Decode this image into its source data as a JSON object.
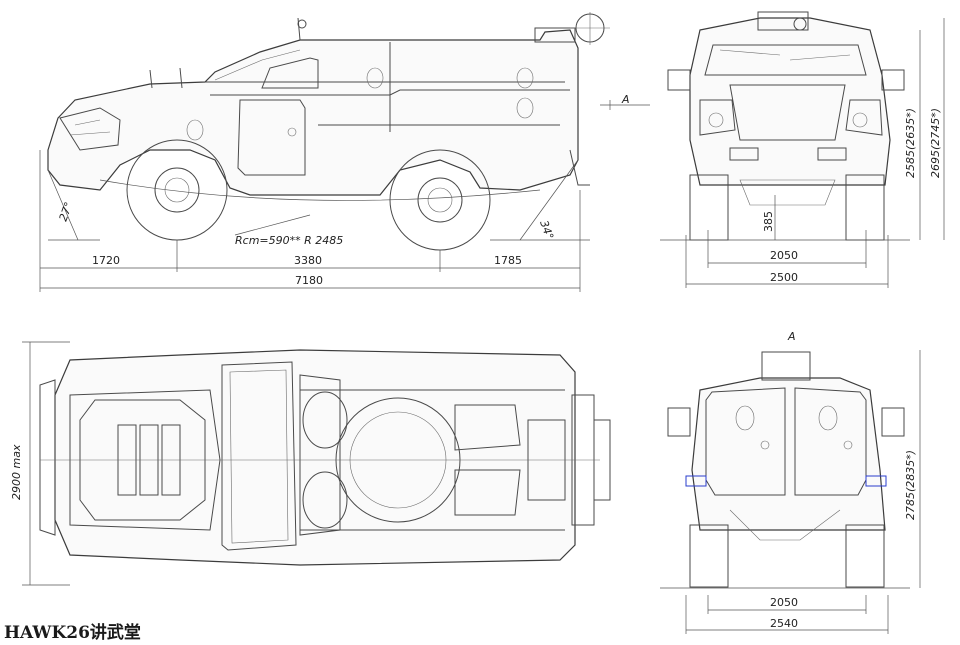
{
  "watermark": "HAWK26讲武堂",
  "views": {
    "side": {
      "label_a": "A",
      "turning": "Rcm=590** R 2485",
      "angle_front": "27°",
      "angle_rear": "34°",
      "dims": [
        "1720",
        "3380",
        "1785",
        "7180"
      ]
    },
    "front": {
      "width_track": "2050",
      "width_overall": "2500",
      "ground_clearance": "385",
      "height_1": "2585(2635*)",
      "height_2": "2695(2745*)"
    },
    "top": {
      "width_max": "2900 max"
    },
    "rear": {
      "label_a": "A",
      "width_track": "2050",
      "width_overall": "2540",
      "height": "2785(2835*)"
    }
  }
}
